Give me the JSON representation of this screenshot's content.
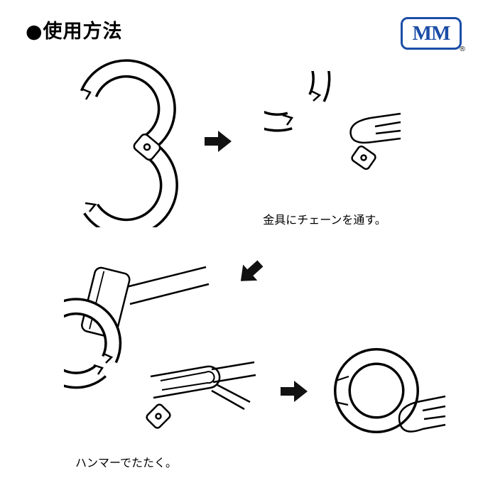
{
  "title": "●使用方法",
  "logo": {
    "text": "MM",
    "registered": "®",
    "color": "#1b4da6"
  },
  "captions": {
    "step2": "金具にチェーンを通す。",
    "step3": "ハンマーでたたく。"
  },
  "colors": {
    "line": "#000000",
    "background": "#ffffff",
    "arrow": "#111111",
    "logo_blue": "#1b4da6"
  },
  "icons": {
    "arrow-right-icon": "➡",
    "arrow-down-left-icon": "↙"
  }
}
